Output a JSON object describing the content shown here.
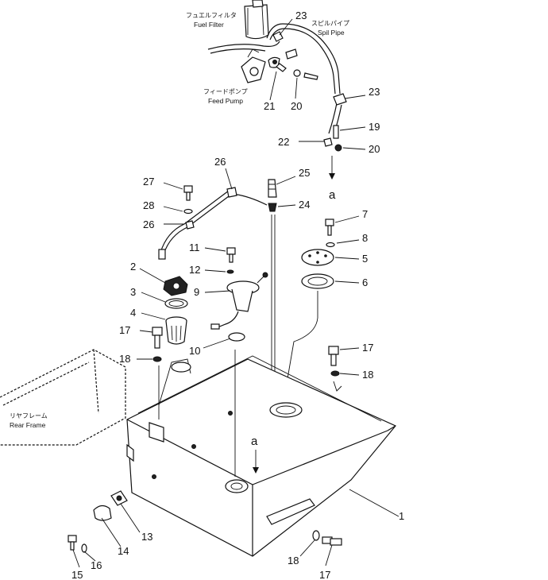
{
  "labels": {
    "fuel_filter_jp": "フュエルフィルタ",
    "fuel_filter_en": "Fuel Filter",
    "spill_pipe_jp": "スピルパイプ",
    "spill_pipe_en": "Spil Pipe",
    "feed_pump_jp": "フィードポンプ",
    "feed_pump_en": "Feed Pump",
    "rear_frame_jp": "リヤフレーム",
    "rear_frame_en": "Rear Frame",
    "ref_a_top": "a",
    "ref_a_tank": "a"
  },
  "callouts": {
    "c1": "1",
    "c2": "2",
    "c3": "3",
    "c4": "4",
    "c5": "5",
    "c6": "6",
    "c7": "7",
    "c8": "8",
    "c9": "9",
    "c10": "10",
    "c11": "11",
    "c12": "12",
    "c13": "13",
    "c14": "14",
    "c15": "15",
    "c16": "16",
    "c17a": "17",
    "c17b": "17",
    "c17c": "17",
    "c18a": "18",
    "c18b": "18",
    "c18c": "18",
    "c19": "19",
    "c20a": "20",
    "c20b": "20",
    "c21": "21",
    "c22": "22",
    "c23a": "23",
    "c23b": "23",
    "c24": "24",
    "c25": "25",
    "c26a": "26",
    "c26b": "26",
    "c27": "27",
    "c28": "28"
  }
}
